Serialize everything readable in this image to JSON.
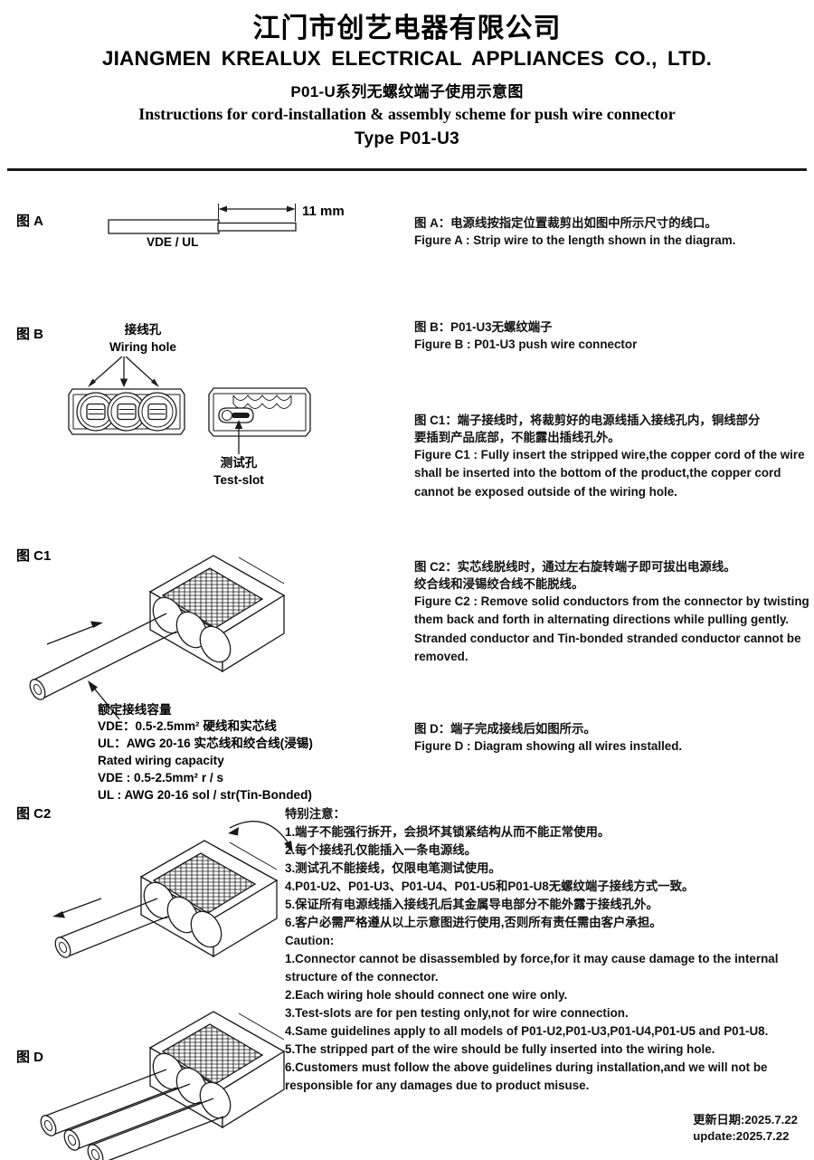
{
  "header": {
    "company_cn": "江门市创艺电器有限公司",
    "company_en": "JIANGMEN  KREALUX  ELECTRICAL  APPLIANCES  CO., LTD.",
    "subtitle_cn": "P01-U系列无螺纹端子使用示意图",
    "subtitle_en": "Instructions for cord-installation & assembly scheme for push wire connector",
    "type_line": "Type P01-U3"
  },
  "figures": {
    "a": {
      "label": "图 A",
      "dimension": "11 mm",
      "wire_caption": "VDE / UL",
      "text_cn": "图 A：电源线按指定位置裁剪出如图中所示尺寸的线口。",
      "text_en": "Figure A : Strip wire to the length shown in the diagram."
    },
    "b": {
      "label": "图 B",
      "wiring_hole_cn": "接线孔",
      "wiring_hole_en": "Wiring hole",
      "test_slot_cn": "测试孔",
      "test_slot_en": "Test-slot",
      "text_cn": "图 B：P01-U3无螺纹端子",
      "text_en": "Figure B : P01-U3 push wire connector"
    },
    "c1": {
      "label": "图 C1",
      "text_cn_1": "图 C1：端子接线时，将裁剪好的电源线插入接线孔内，铜线部分",
      "text_cn_2": "要插到产品底部，不能露出插线孔外。",
      "text_en": "Figure C1 : Fully insert the stripped wire,the copper cord of the wire shall be inserted into the bottom of the product,the copper cord cannot be exposed outside of the wiring hole.",
      "capacity": [
        "额定接线容量",
        "VDE：0.5-2.5mm² 硬线和实芯线",
        "UL：AWG 20-16 实芯线和绞合线(浸锡)",
        "Rated wiring capacity",
        "VDE : 0.5-2.5mm² r / s",
        "UL : AWG 20-16 sol / str(Tin-Bonded)"
      ]
    },
    "c2": {
      "label": "图 C2",
      "text_cn_1": "图 C2：实芯线脱线时，通过左右旋转端子即可拔出电源线。",
      "text_cn_2": "绞合线和浸锡绞合线不能脱线。",
      "text_en": "Figure C2 : Remove solid conductors from the connector by twisting them back and forth in alternating directions while pulling gently. Stranded conductor and Tin-bonded stranded conductor cannot be removed."
    },
    "d": {
      "label": "图 D",
      "text_cn": "图 D：端子完成接线后如图所示。",
      "text_en": "Figure D : Diagram showing all wires installed."
    }
  },
  "caution": {
    "title_cn": "特别注意：",
    "items_cn": [
      "1.端子不能强行拆开，会损坏其锁紧结构从而不能正常使用。",
      "2.每个接线孔仅能插入一条电源线。",
      "3.测试孔不能接线，仅限电笔测试使用。",
      "4.P01-U2、P01-U3、P01-U4、P01-U5和P01-U8无螺纹端子接线方式一致。",
      "5.保证所有电源线插入接线孔后其金属导电部分不能外露于接线孔外。",
      "6.客户必需严格遵从以上示意图进行使用,否则所有责任需由客户承担。"
    ],
    "title_en": "Caution:",
    "items_en": [
      "1.Connector cannot be disassembled by force,for it may cause damage to the internal structure of the connector.",
      "2.Each wiring hole should connect one wire only.",
      "3.Test-slots are for pen testing only,not for wire connection.",
      "4.Same guidelines apply to all models of P01-U2,P01-U3,P01-U4,P01-U5 and P01-U8.",
      "5.The stripped part of the wire should be fully inserted into the wiring hole.",
      "6.Customers must follow the above guidelines during installation,and we will not be responsible for any damages due to product misuse."
    ]
  },
  "footer": {
    "update_cn": "更新日期:2025.7.22",
    "update_en": "update:2025.7.22"
  }
}
